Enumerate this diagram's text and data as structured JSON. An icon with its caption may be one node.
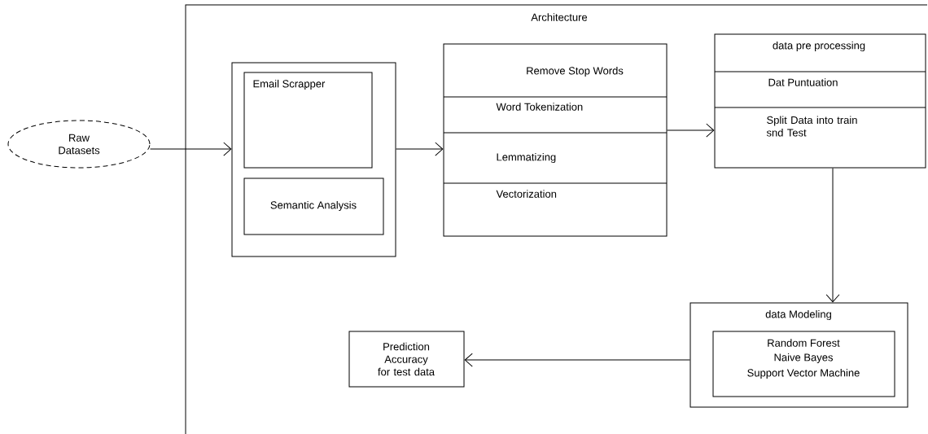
{
  "diagram": {
    "nodes": [
      {
        "text": [
          "Architecture"
        ]
      },
      {
        "text": [
          "Raw Datasets"
        ]
      },
      {
        "text": [],
        "shape": "box",
        "in": 0
      },
      {
        "text": [
          "Email Scrapper"
        ],
        "in": 2
      },
      {
        "text": [
          "Semantic Analysis"
        ],
        "in": 2
      },
      {
        "text": [
          "Remove Stop Words",
          "Word Tokenization",
          "Lemmatizing",
          "Vectorization"
        ],
        "in": 0
      },
      {
        "text": [
          "data pre processing",
          "Dat Puntuation",
          "Split Data into train snd Test"
        ],
        "in": 0
      },
      {
        "text": [
          "data Modeling"
        ],
        "in": 0
      },
      {
        "text": [
          "Random Forest",
          "Naive Bayes",
          "Support Vector Machine"
        ],
        "in": 7
      },
      {
        "text": [
          "Prediction Accuracy for test data"
        ],
        "in": 0
      }
    ],
    "edges": [
      {
        "from": 1,
        "to": 2,
        "arrow": "to"
      },
      {
        "from": 2,
        "to": 5,
        "arrow": "to"
      },
      {
        "from": 5,
        "to": 6,
        "arrow": "to"
      },
      {
        "from": 6,
        "to": 7,
        "arrow": "to"
      },
      {
        "from": 7,
        "to": 9,
        "arrow": "to"
      }
    ]
  }
}
